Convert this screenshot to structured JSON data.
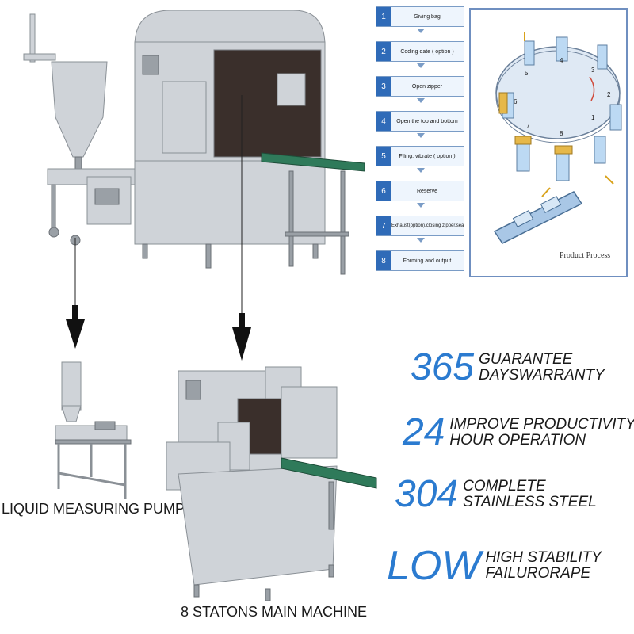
{
  "process_steps": [
    {
      "num": "1",
      "label": "Giving bag"
    },
    {
      "num": "2",
      "label": "Coding date ( option )"
    },
    {
      "num": "3",
      "label": "Open zipper"
    },
    {
      "num": "4",
      "label": "Open the top and bottom"
    },
    {
      "num": "5",
      "label": "Filing, vibrate ( option )"
    },
    {
      "num": "6",
      "label": "Reserve"
    },
    {
      "num": "7",
      "label": "Exhaust(option),closing zipper,sealing"
    },
    {
      "num": "8",
      "label": "Forming and output"
    }
  ],
  "process_diagram": {
    "caption": "Product Process",
    "station_numbers": [
      "1",
      "2",
      "3",
      "4",
      "5",
      "6",
      "7",
      "8"
    ]
  },
  "captions": {
    "pump": "LIQUID MEASURING PUMP",
    "machine": "8 STATONS MAIN MACHINE"
  },
  "features": [
    {
      "number": "365",
      "line1": "GUARANTEE",
      "line2": "DAYSWARRANTY"
    },
    {
      "number": "24",
      "line1": "IMPROVE PRODUCTIVITY",
      "line2": "HOUR OPERATION"
    },
    {
      "number": "304",
      "line1": "COMPLETE",
      "line2": "STAINLESS STEEL"
    },
    {
      "number": "LOW",
      "line1": "HIGH STABILITY",
      "line2": "FAILURORAPE"
    }
  ],
  "colors": {
    "accent_blue": "#2b7bd0",
    "step_blue": "#2f6bb8",
    "border_blue": "#6f8fc0"
  }
}
